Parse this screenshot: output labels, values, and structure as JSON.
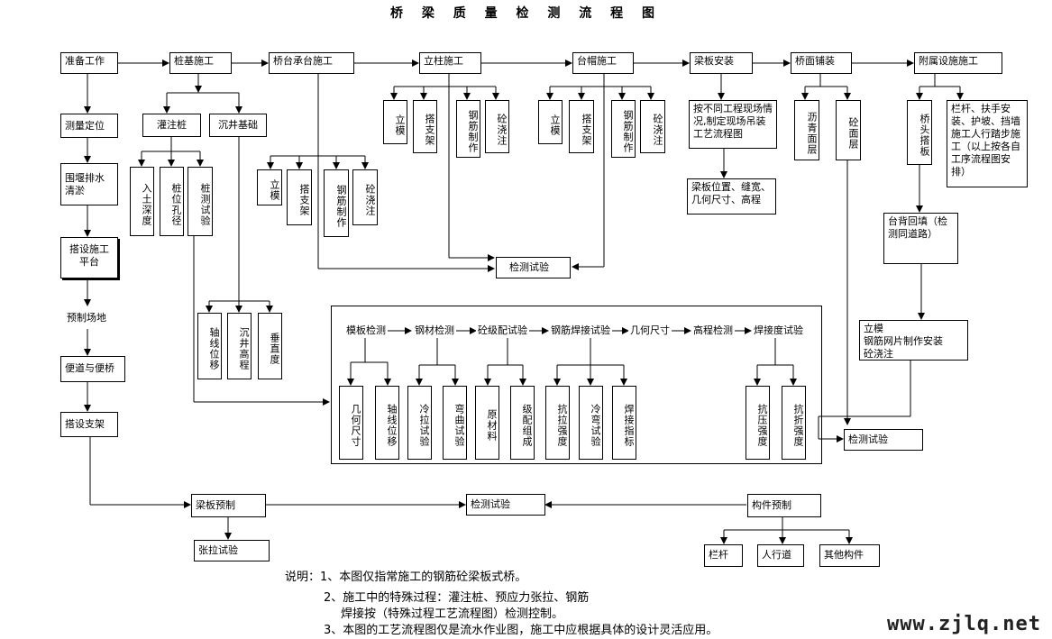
{
  "title": "桥 梁 质 量 检 测 流 程 图",
  "main_steps": [
    "准备工作",
    "桩基施工",
    "桥台承台施工",
    "立柱施工",
    "台帽施工",
    "梁板安装",
    "桥面铺装",
    "附属设施施工"
  ],
  "left_steps": [
    "测量定位",
    "围堰排水\n清淤",
    "搭设施工\n平台",
    "预制场地",
    "便道与便桥",
    "搭设支架"
  ],
  "pile": {
    "bored": "灌注桩",
    "caisson": "沉井基础",
    "bored_items": [
      "入土深度",
      "桩位孔径",
      "桩测试验"
    ],
    "caisson_items": [
      "轴线位移",
      "沉井高程",
      "垂直度"
    ]
  },
  "abutment_items": [
    "立模",
    "搭支架",
    "钢筋制作",
    "砼浇注"
  ],
  "column_items": [
    "立模",
    "搭支架",
    "钢筋制作",
    "砼浇注"
  ],
  "cap_items": [
    "立模",
    "搭支架",
    "钢筋制作",
    "砼浇注"
  ],
  "inspection_top": "检测试验",
  "girder": {
    "process": "按不同工程现场情况,制定现场吊装工艺流程图",
    "check": "梁板位置、缝宽、几何尺寸、高程"
  },
  "deck_items": [
    "沥青面层",
    "砼面层"
  ],
  "ancillary": {
    "slab": "桥头搭板",
    "rail": "栏杆、扶手安装、护坡、挡墙施工人行踏步施工（以上按各自工序流程图安排）",
    "backfill": "台背回填（检测同道路）",
    "mesh": "立模\n钢筋网片制作安装\n砼浇注"
  },
  "inspection_right": "检测试验",
  "test_tests": [
    "模板检测",
    "钢材检测",
    "砼级配试验",
    "钢筋焊接试验",
    "几何尺寸",
    "高程检测",
    "焊接度试验"
  ],
  "test_items": {
    "formwork": [
      "几何尺寸",
      "轴线位移"
    ],
    "steel": [
      "冷拉试验",
      "弯曲试验"
    ],
    "grading": [
      "原材料",
      "级配组成"
    ],
    "welding": [
      "抗拉强度",
      "冷弯试验",
      "焊接指标"
    ],
    "strength": [
      "抗压强度",
      "抗折强度"
    ]
  },
  "bottom": {
    "precast_girder": "梁板预制",
    "tension": "张拉试验",
    "inspection": "检测试验",
    "precast_parts": "构件预制",
    "parts": [
      "栏杆",
      "人行道",
      "其他构件"
    ]
  },
  "notes": [
    "说明：1、本图仅指常施工的钢筋砼梁板式桥。",
    "2、施工中的特殊过程：灌注桩、预应力张拉、钢筋",
    "焊接按（特殊过程工艺流程图）检测控制。",
    "3、本图的工艺流程图仅是流水作业图，施工中应根据具体的设计灵活应用。"
  ],
  "watermark": "www.zjlq.net"
}
